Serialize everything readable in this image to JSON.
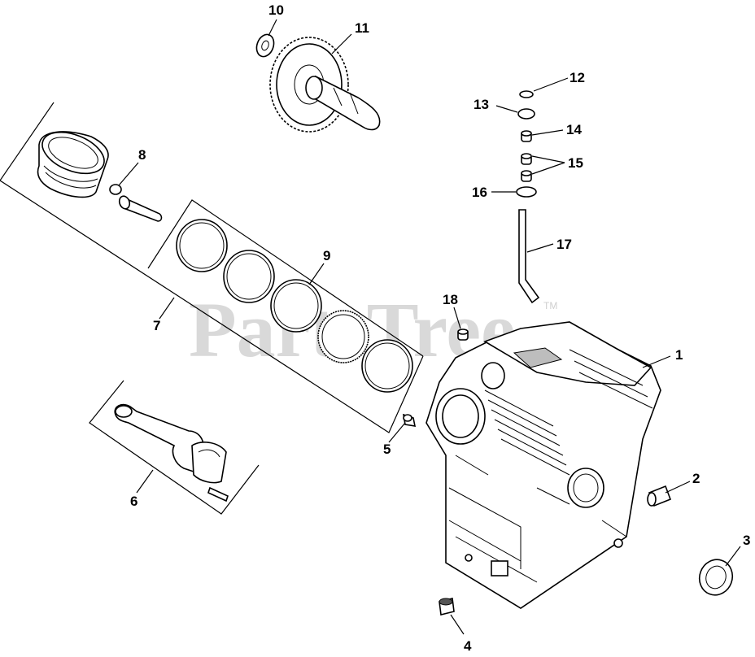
{
  "watermark": {
    "text": "PartsTree",
    "tm": "TM"
  },
  "callouts": [
    "1",
    "2",
    "3",
    "4",
    "5",
    "6",
    "7",
    "8",
    "9",
    "10",
    "11",
    "12",
    "13",
    "14",
    "15",
    "16",
    "17",
    "18"
  ]
}
